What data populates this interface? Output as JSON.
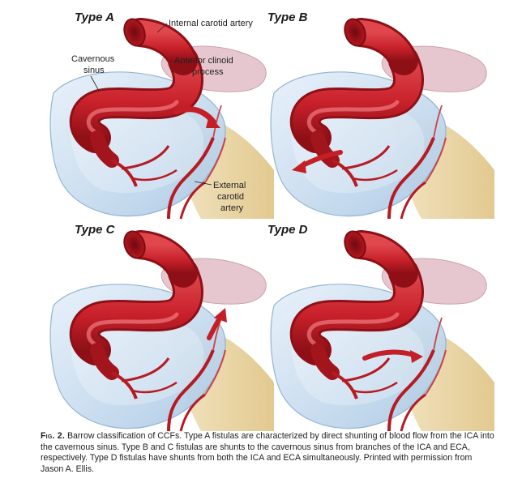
{
  "panels": [
    {
      "id": "A",
      "title": "Type A"
    },
    {
      "id": "B",
      "title": "Type B"
    },
    {
      "id": "C",
      "title": "Type C"
    },
    {
      "id": "D",
      "title": "Type D"
    }
  ],
  "labels": {
    "internal_carotid_artery": "Internal carotid artery",
    "cavernous_sinus_line1": "Cavernous",
    "cavernous_sinus_line2": "sinus",
    "anterior_clinoid_line1": "Anterior clinoid",
    "anterior_clinoid_line2": "process",
    "external_carotid_line1": "External",
    "external_carotid_line2": "carotid",
    "external_carotid_line3": "artery"
  },
  "caption": {
    "figure_label": "Fig. 2.",
    "text": "Barrow classification of CCFs. Type A fistulas are characterized by direct shunting of blood flow from the ICA into the cavernous sinus. Type B and C fistulas are shunts to the cavernous sinus from branches of the ICA and ECA, respectively. Type D fistulas have shunts from both the ICA and ECA simultaneously. Printed with permission from Jason A. Ellis."
  },
  "colors": {
    "artery": "#c8202a",
    "artery_dark": "#8e1016",
    "sinus": "#c9dcee",
    "bone": "#e9d5a5",
    "clinoid": "#e6c3cc",
    "arrow": "#c41e26"
  }
}
